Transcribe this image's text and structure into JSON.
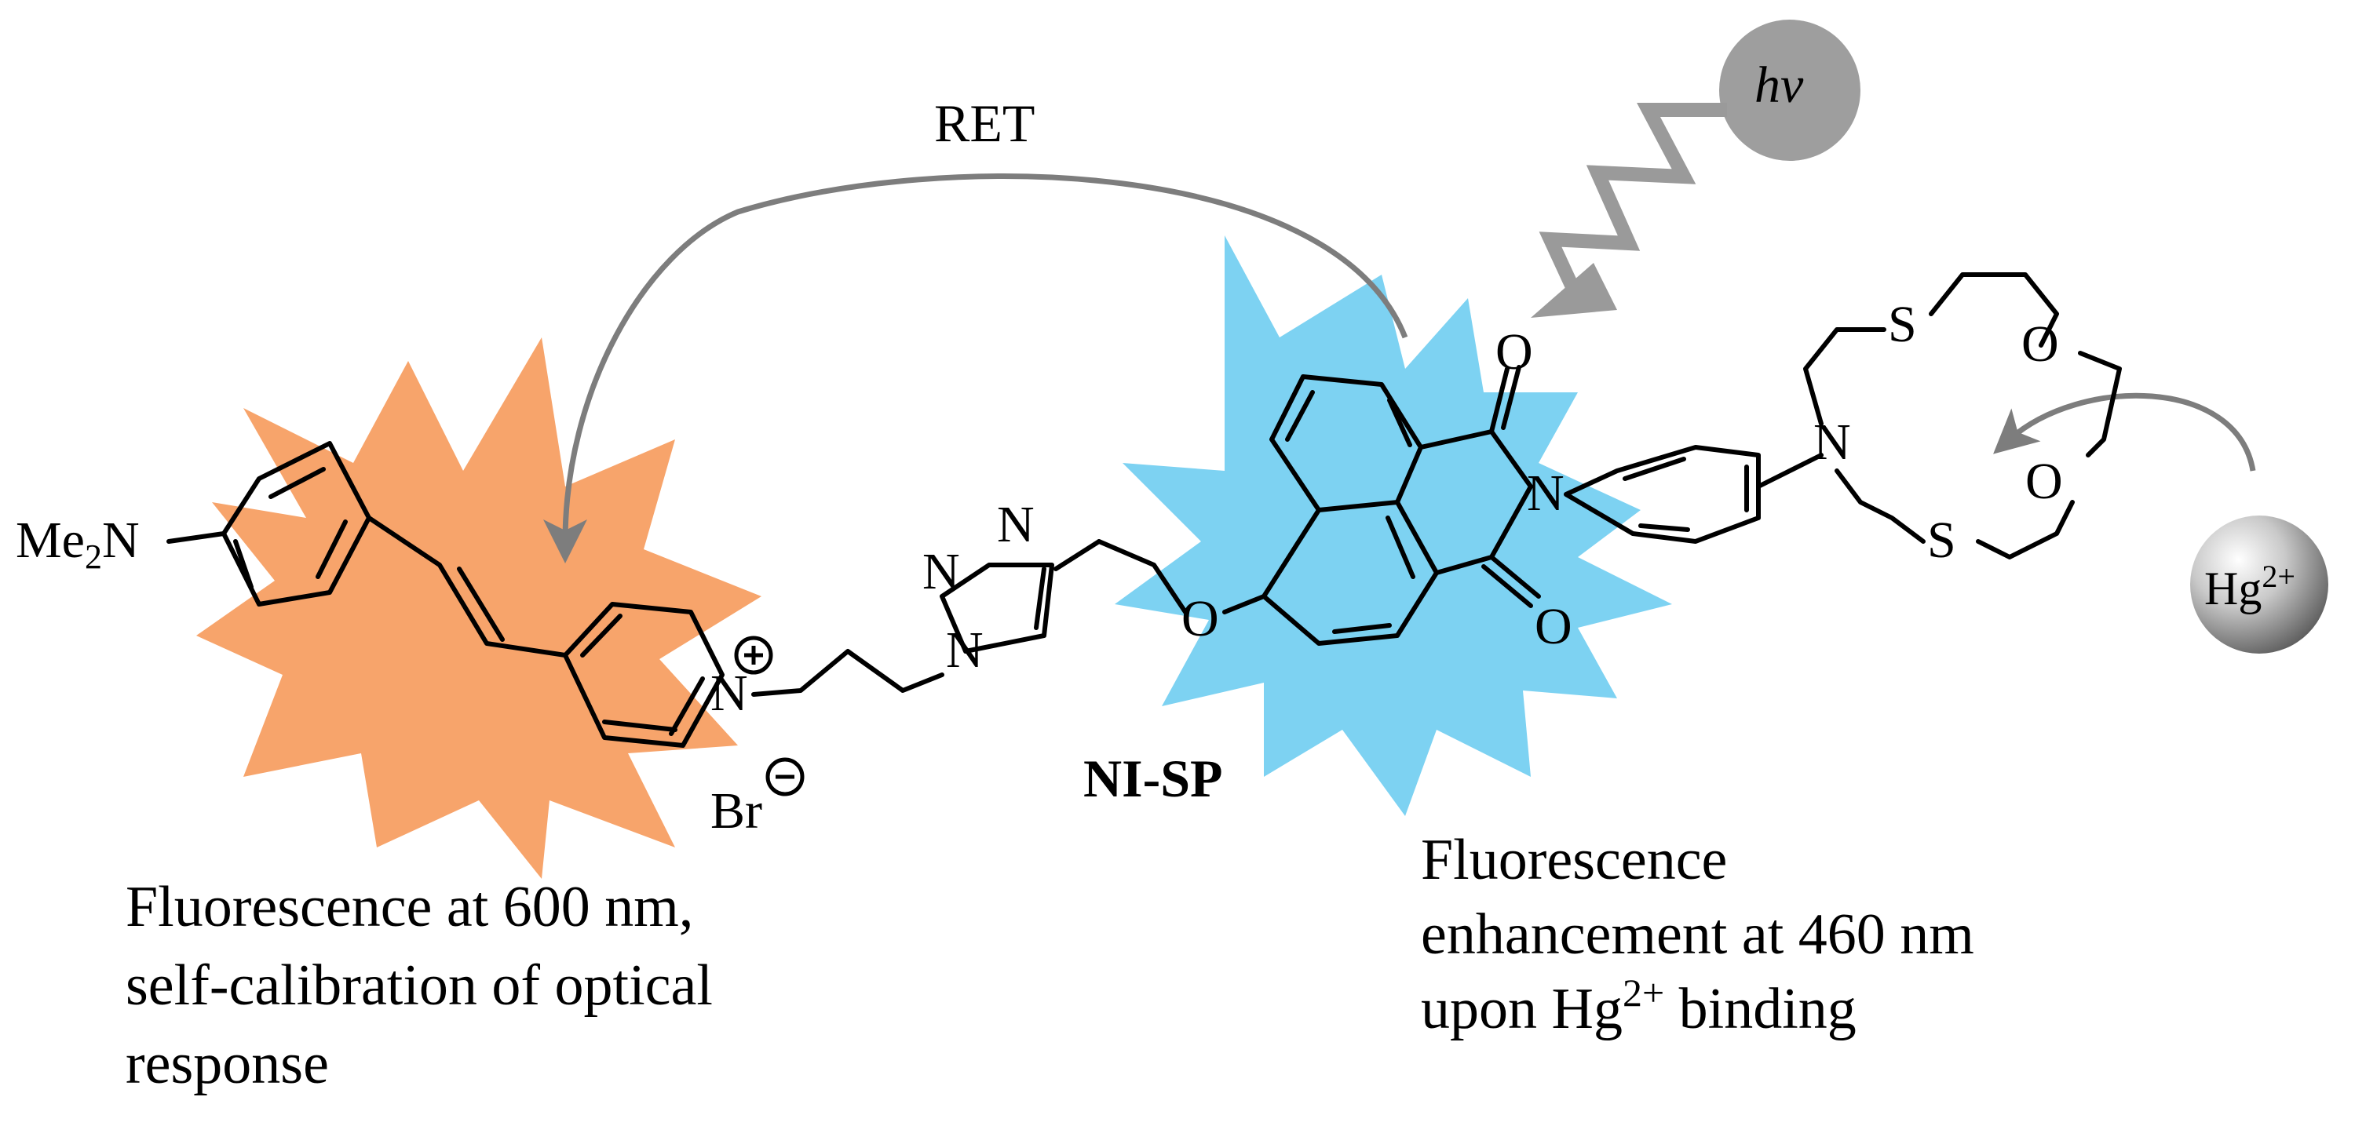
{
  "labels": {
    "ret": "RET",
    "light": "hν",
    "compound": "NI-SP",
    "metal_base": "Hg",
    "metal_charge": "2+",
    "dimethylamino_me": "Me",
    "dimethylamino_sub": "2",
    "dimethylamino_n": "N",
    "bromide": "Br"
  },
  "captions": {
    "left": [
      "Fluorescence at 600 nm,",
      "self-calibration of optical",
      "response"
    ],
    "right_line1": "Fluorescence",
    "right_line2": "enhancement at 460 nm",
    "right_line3_pre": "upon Hg",
    "right_line3_sup": "2+",
    "right_line3_post": " binding"
  },
  "atoms": {
    "pyridinium_n": "N",
    "triazole_n_top": "N",
    "triazole_n_mid": "N",
    "triazole_n1": "N",
    "ether_o": "O",
    "imide_o_top": "O",
    "imide_n": "N",
    "imide_o_bottom": "O",
    "crown_n": "N",
    "crown_s_top": "S",
    "crown_o_top": "O",
    "crown_o_bottom": "O",
    "crown_s_bottom": "S"
  },
  "colors": {
    "orange_burst": "#F7A46B",
    "blue_burst": "#7DD2F2",
    "arrow_gray": "#808080",
    "light_circle": "#9E9E9E",
    "hg_sphere": "#C8C8C8"
  }
}
